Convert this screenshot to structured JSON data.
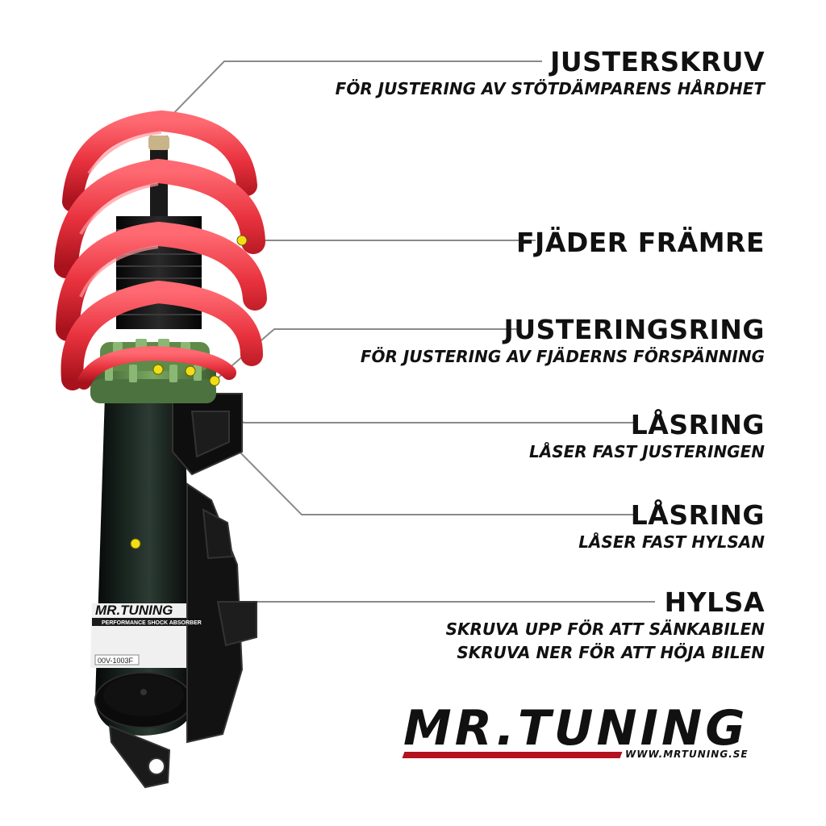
{
  "callouts": [
    {
      "title": "JUSTERSKRUV",
      "subtitle": [
        "FÖR JUSTERING AV STÖTDÄMPARENS HÅRDHET"
      ]
    },
    {
      "title": "FJÄDER FRÄMRE",
      "subtitle": []
    },
    {
      "title": "JUSTERINGSRING",
      "subtitle": [
        "FÖR JUSTERING AV FJÄDERNS FÖRSPÄNNING"
      ]
    },
    {
      "title": "LÅSRING",
      "subtitle": [
        "LÅSER FAST JUSTERINGEN"
      ]
    },
    {
      "title": "LÅSRING",
      "subtitle": [
        "LÅSER FAST HYLSAN"
      ]
    },
    {
      "title": "HYLSA",
      "subtitle": [
        "SKRUVA UPP FÖR ATT SÄNKABILEN",
        "SKRUVA NER FÖR ATT HÖJA BILEN"
      ]
    }
  ],
  "product_labels": {
    "brand": "MR.TUNING",
    "band": "PERFORMANCE SHOCK ABSORBER",
    "part": "00V-1003F"
  },
  "logo": {
    "text": "MR.TUNING",
    "url": "WWW.MRTUNING.SE"
  },
  "colors": {
    "spring": "#e8323e",
    "body": "#141a17",
    "adjuster": "#5f8a4a",
    "marker": "#f2de17",
    "leader": "#8a8a8a",
    "brand_red": "#b3121e"
  }
}
